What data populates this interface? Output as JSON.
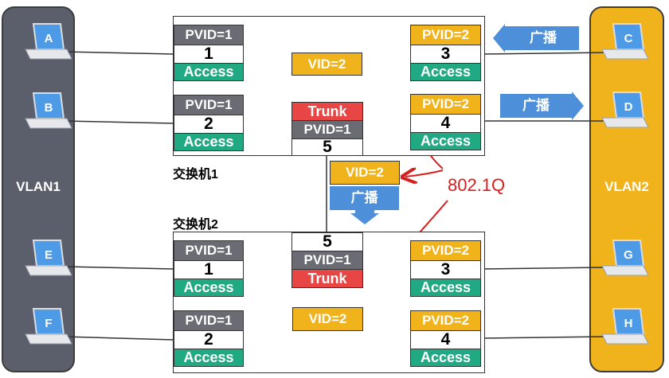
{
  "vlans": {
    "left": {
      "label": "VLAN1",
      "color": "#5a5f6b"
    },
    "right": {
      "label": "VLAN2",
      "color": "#f1b31b"
    }
  },
  "hosts": {
    "A": "A",
    "B": "B",
    "C": "C",
    "D": "D",
    "E": "E",
    "F": "F",
    "G": "G",
    "H": "H"
  },
  "switch1": {
    "name": "交换机1",
    "ports": [
      {
        "pvid": "PVID=1",
        "num": "1",
        "mode": "Access"
      },
      {
        "pvid": "PVID=1",
        "num": "2",
        "mode": "Access"
      },
      {
        "pvid": "PVID=2",
        "num": "3",
        "mode": "Access"
      },
      {
        "pvid": "PVID=2",
        "num": "4",
        "mode": "Access"
      }
    ],
    "trunk_port": {
      "mode": "Trunk",
      "pvid": "PVID=1",
      "num": "5"
    },
    "broadcast": "广播",
    "vid": "VID=2"
  },
  "switch2": {
    "name": "交换机2",
    "ports": [
      {
        "pvid": "PVID=1",
        "num": "1",
        "mode": "Access"
      },
      {
        "pvid": "PVID=1",
        "num": "2",
        "mode": "Access"
      },
      {
        "pvid": "PVID=2",
        "num": "3",
        "mode": "Access"
      },
      {
        "pvid": "PVID=2",
        "num": "4",
        "mode": "Access"
      }
    ],
    "trunk_port": {
      "num": "5",
      "pvid": "PVID=1",
      "mode": "Trunk"
    },
    "vid": "VID=2",
    "broadcast": "广播"
  },
  "broadcast_arrows": {
    "from_c": "广播",
    "to_d": "广播"
  },
  "inter_switch": {
    "vid": "VID=2",
    "broadcast": "广播"
  },
  "annotation": "802.1Q",
  "colors": {
    "access": "#21a984",
    "trunk": "#e84545",
    "pvid_vlan1": "#6b6b73",
    "pvid_vlan2": "#f1b31b",
    "broadcast": "#4d8fd8",
    "annotation": "#d81f1f"
  }
}
